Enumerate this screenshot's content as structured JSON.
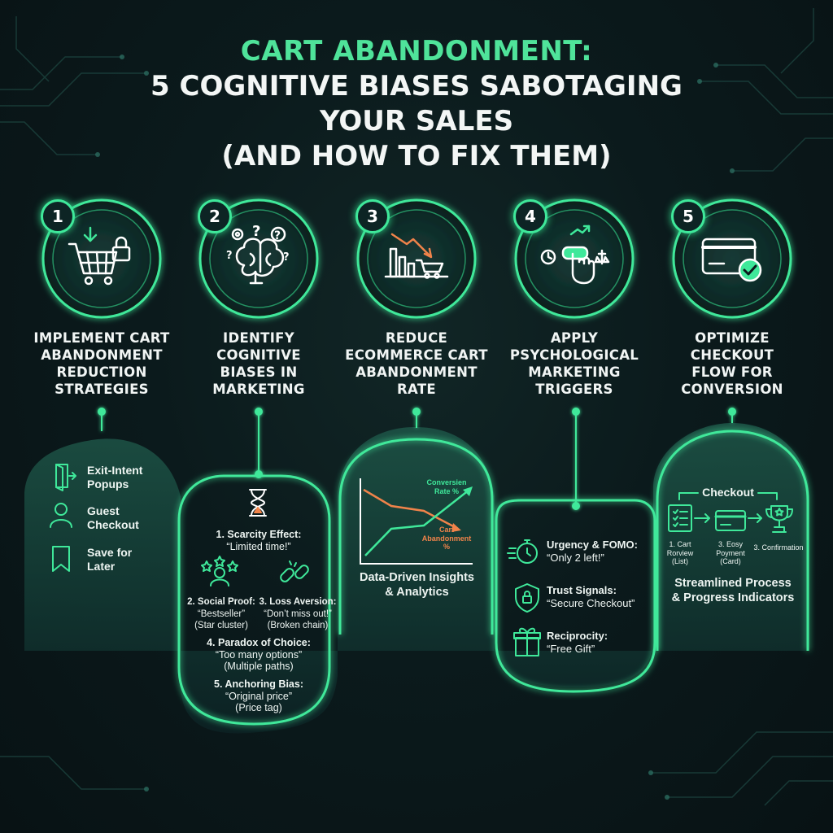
{
  "title": {
    "line1": "CART ABANDONMENT:",
    "line2": "5 COGNITIVE BIASES SABOTAGING",
    "line3": "YOUR SALES",
    "line4": "(AND HOW TO FIX THEM)"
  },
  "colors": {
    "accent": "#3fe89a",
    "accent_text": "#4fe39a",
    "orange": "#f0834a",
    "background": "#0b1a1c"
  },
  "steps": [
    {
      "num": "1",
      "icon": "cart-lock-icon",
      "title_lines": [
        "IMPLEMENT CART",
        "ABANDONMENT",
        "REDUCTION",
        "STRATEGIES"
      ]
    },
    {
      "num": "2",
      "icon": "brain-question-icon",
      "title_lines": [
        "IDENTIFY",
        "COGNITIVE",
        "BIASES IN",
        "MARKETING"
      ]
    },
    {
      "num": "3",
      "icon": "declining-chart-cart-icon",
      "title_lines": [
        "REDUCE",
        "ECOMMERCE CART",
        "ABANDONMENT",
        "RATE"
      ]
    },
    {
      "num": "4",
      "icon": "hand-button-icon",
      "title_lines": [
        "APPLY",
        "PSYCHOLOGICAL",
        "MARKETING",
        "TRIGGERS"
      ]
    },
    {
      "num": "5",
      "icon": "card-check-icon",
      "title_lines": [
        "OPTIMIZE",
        "CHECKOUT",
        "FLOW FOR",
        "CONVERSION"
      ]
    }
  ],
  "panel1": {
    "items": [
      {
        "icon": "exit-door-icon",
        "line1": "Exit-Intent",
        "line2": "Popups"
      },
      {
        "icon": "user-icon",
        "line1": "Guest",
        "line2": "Checkout"
      },
      {
        "icon": "bookmark-icon",
        "line1": "Save for",
        "line2": "Later"
      }
    ]
  },
  "panel2": {
    "b1": {
      "title": "1. Scarcity Effect:",
      "l1": "“Limited time!”"
    },
    "b2": {
      "title": "2. Social Proof:",
      "l1": "“Bestseller”",
      "l2": "(Star cluster)"
    },
    "b3": {
      "title": "3. Loss Aversion:",
      "l1": "“Don’t miss out!”",
      "l2": "(Broken chain)"
    },
    "b4": {
      "title": "4. Paradox of Choice:",
      "l1": "“Too many options”",
      "l2": "(Multiple paths)"
    },
    "b5": {
      "title": "5. Anchoring Bias:",
      "l1": "“Original price”",
      "l2": "(Price tag)"
    }
  },
  "panel3": {
    "conv_l1": "Conversien",
    "conv_l2": "Rate %",
    "cart_l1": "Cart",
    "cart_l2": "Abandonment",
    "cart_l3": "%",
    "cap1": "Data-Driven Insights",
    "cap2": "& Analytics"
  },
  "panel4": {
    "items": [
      {
        "icon": "stopwatch-icon",
        "title": "Urgency & FOMO:",
        "sub": "“Only 2 left!”"
      },
      {
        "icon": "shield-lock-icon",
        "title": "Trust Signals:",
        "sub": "“Secure Checkout”"
      },
      {
        "icon": "gift-icon",
        "title": "Reciprocity:",
        "sub": "“Free Gift”"
      }
    ]
  },
  "panel5": {
    "header": "Checkout",
    "s1_l1": "1. Cart",
    "s1_l2": "Rorview",
    "s1_l3": "(List)",
    "s2_l1": "3. Eosy",
    "s2_l2": "Poyment",
    "s2_l3": "(Card)",
    "s3_l1": "3. Confirmation",
    "cap1": "Streamlined Process",
    "cap2": "& Progress Indicators"
  }
}
